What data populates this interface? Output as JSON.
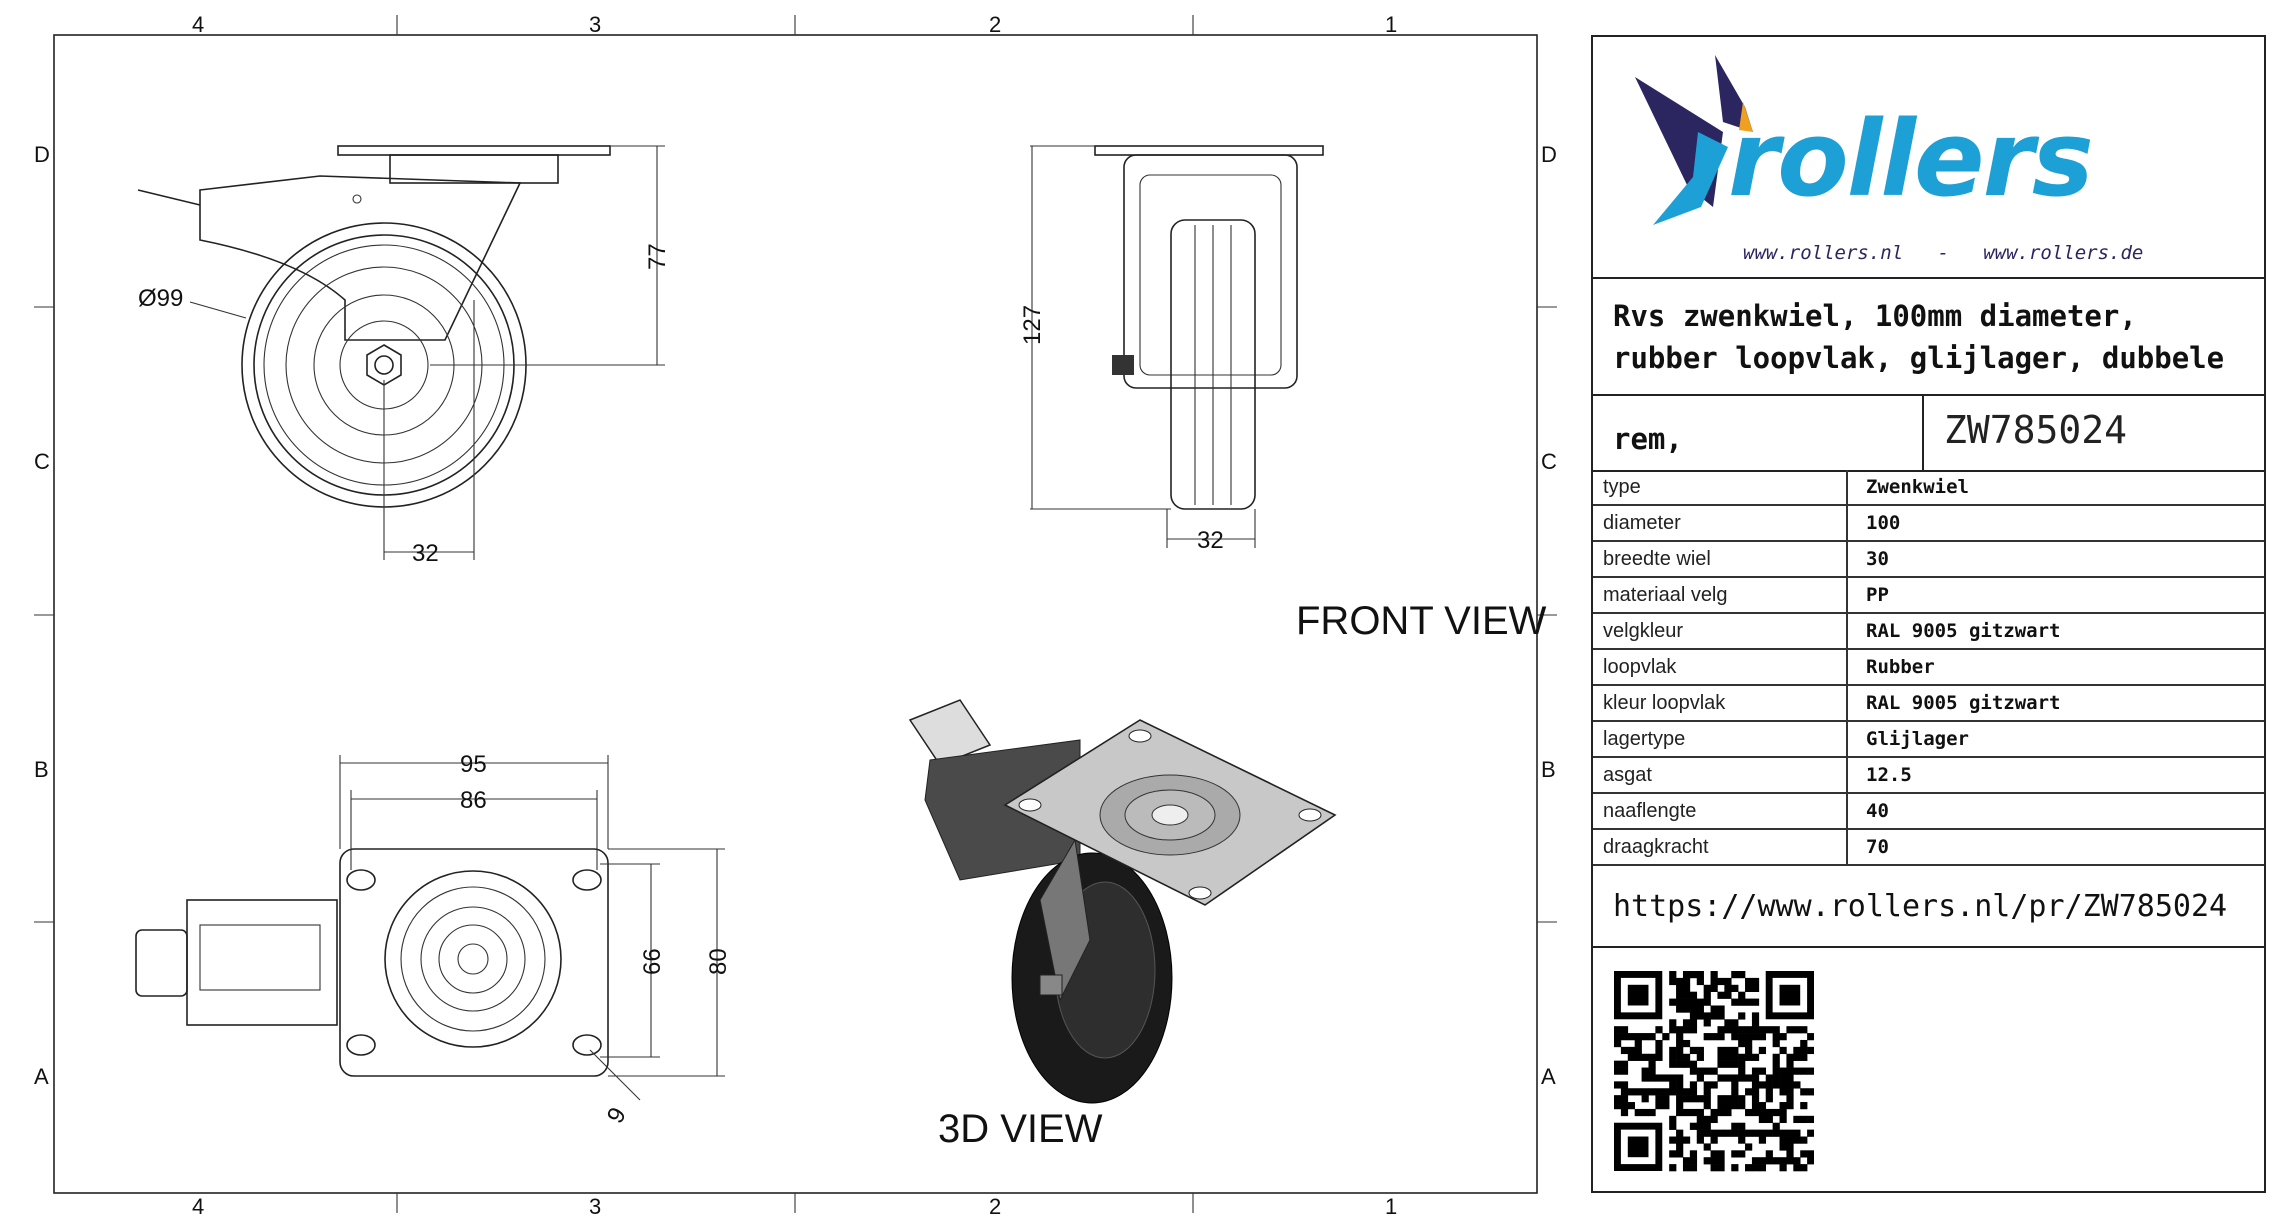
{
  "zones": {
    "columns": [
      "4",
      "3",
      "2",
      "1"
    ],
    "rows": [
      "D",
      "C",
      "B",
      "A"
    ]
  },
  "dimensions": {
    "side_diameter": "Ø99",
    "side_height": "77",
    "side_offset": "32",
    "front_height": "127",
    "front_width": "32",
    "plate_width_outer": "95",
    "plate_width_inner": "86",
    "plate_depth_inner": "66",
    "plate_depth_outer": "80",
    "hole": "9"
  },
  "views": {
    "front": "FRONT VIEW",
    "three_d": "3D VIEW"
  },
  "logo": {
    "brand": "rollers",
    "urls": "www.rollers.nl   -   www.rollers.de",
    "colors": {
      "blue": "#1ca0d6",
      "dark": "#2b2560",
      "orange": "#f0a020"
    }
  },
  "product": {
    "title_line1": "Rvs zwenkwiel, 100mm diameter,",
    "title_line2": "rubber loopvlak, glijlager, dubbele",
    "title_line3": "rem,",
    "code": "ZW785024"
  },
  "specs": [
    {
      "k": "type",
      "v": "Zwenkwiel"
    },
    {
      "k": "diameter",
      "v": "100"
    },
    {
      "k": "breedte wiel",
      "v": "30"
    },
    {
      "k": "materiaal velg",
      "v": "PP"
    },
    {
      "k": "velgkleur",
      "v": "RAL 9005 gitzwart"
    },
    {
      "k": "loopvlak",
      "v": "Rubber"
    },
    {
      "k": "kleur loopvlak",
      "v": "RAL 9005 gitzwart"
    },
    {
      "k": "lagertype",
      "v": "Glijlager"
    },
    {
      "k": "asgat",
      "v": "12.5"
    },
    {
      "k": "naaflengte",
      "v": "40"
    },
    {
      "k": "draagkracht",
      "v": "70"
    }
  ],
  "url": "https://www.rollers.nl/pr/ZW785024"
}
